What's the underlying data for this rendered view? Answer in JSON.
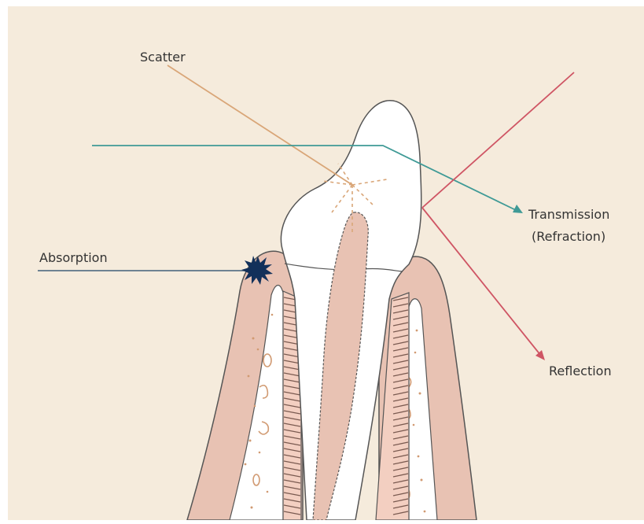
{
  "labels": {
    "scatter": "Scatter",
    "transmission": "Transmission",
    "refraction": "(Refraction)",
    "absorption": "Absorption",
    "reflection": "Reflection"
  },
  "colors": {
    "background": "#f5ebdc",
    "gum": "#e8c2b3",
    "tooth": "#ffffff",
    "outline": "#555555",
    "scatter_line": "#d9a678",
    "transmission_line": "#3f9a96",
    "reflection_line": "#cf5564",
    "absorption_line": "#5b7388",
    "absorption_burst": "#12305a",
    "bone_specks": "#d19a72"
  }
}
